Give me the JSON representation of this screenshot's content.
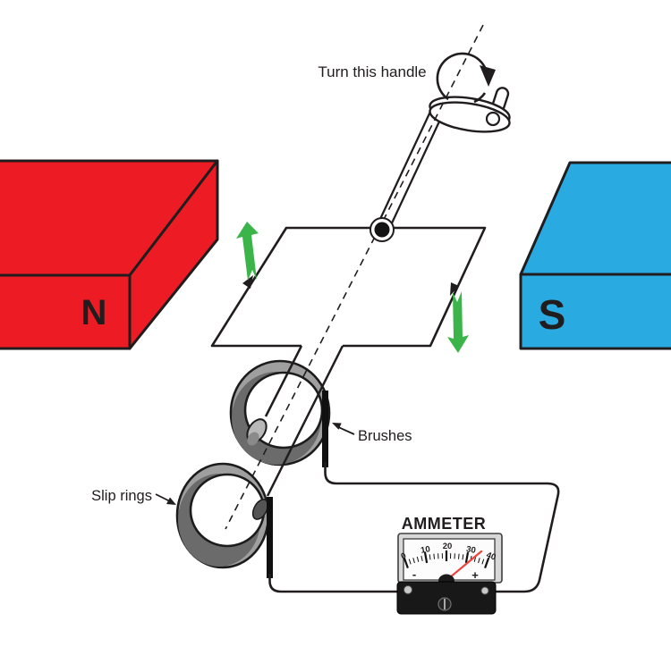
{
  "diagram": {
    "handle_label": "Turn this handle",
    "brushes_label": "Brushes",
    "slip_rings_label": "Slip rings",
    "magnets": {
      "north": "N",
      "south": "S"
    },
    "ammeter": {
      "label": "AMMETER",
      "scale": [
        "0",
        "10",
        "20",
        "30",
        "40"
      ],
      "scale_min": 0,
      "scale_max": 40,
      "minor_step": 2,
      "major_step": 10,
      "needle_value": 35,
      "minus": "-",
      "plus": "+"
    },
    "colors": {
      "magnet_n": "#ed1c24",
      "magnet_s": "#29abe2",
      "green_arrow": "#3bb54a",
      "needle": "#ef423c",
      "ink": "#211d1e",
      "ring_gray": "#9f9f9f",
      "ring_dark": "#6b6b6b"
    }
  }
}
